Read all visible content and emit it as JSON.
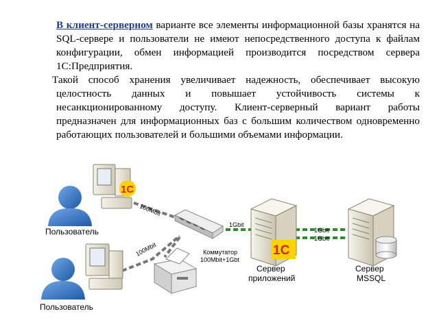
{
  "text": {
    "p1_highlight": "В клиент-серверном",
    "p1_rest": " варианте все элементы информационной базы хранятся на SQL-сервере и пользователи не имеют непосредственного доступа к файлам конфигурации, обмен информацией производится посредством сервера 1С:Предприятия.",
    "p2": "Такой способ хранения увеличивает надежность, обеспечивает высокую целостность данных и повышает устойчивость системы к несанкционированному доступу. Клиент-серверный вариант работы предназначен для информационных баз с большим количеством одновременно работающих пользователей и большими объемами информации."
  },
  "diagram": {
    "user1_label": "Пользователь",
    "user2_label": "Пользователь",
    "link_user1": "100Mbit",
    "link_user2": "100Mbit",
    "link_switch_app": "1Gbit",
    "link_app_sql_1": "1Gbit",
    "link_app_sql_2": "1Gbit",
    "switch_label_1": "Коммутатор",
    "switch_label_2": "100Mbit+1Gbt",
    "app_server_label_1": "Сервер",
    "app_server_label_2": "приложений",
    "sql_server_label_1": "Сервер",
    "sql_server_label_2": "MSSQL",
    "logo_text": "1С",
    "colors": {
      "user": "#2f6fb8",
      "link_gray": "#7a7a7a",
      "link_green": "#2e8b2e",
      "logo_red": "#d9261c",
      "logo_yellow": "#ffd200"
    }
  }
}
